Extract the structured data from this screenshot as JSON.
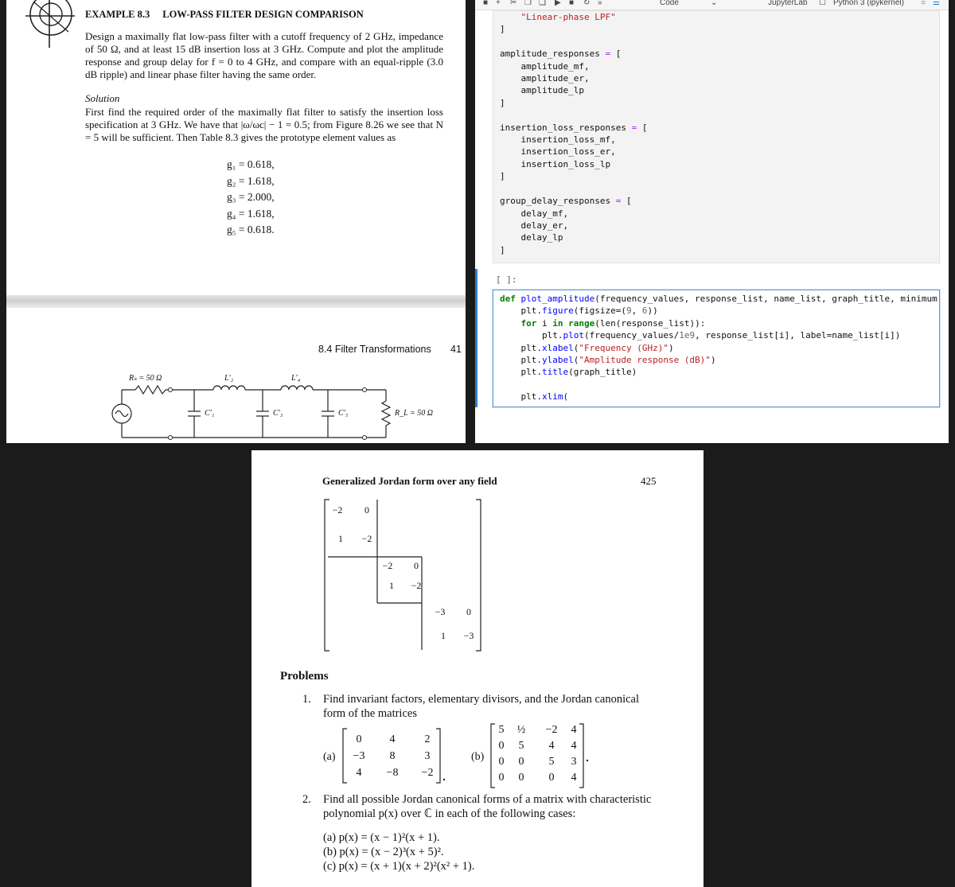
{
  "textbook": {
    "example_number": "EXAMPLE 8.3",
    "example_title": "LOW-PASS FILTER DESIGN COMPARISON",
    "problem_text": "Design a maximally flat low-pass filter with a cutoff frequency of 2 GHz, impedance of 50 Ω, and at least 15 dB insertion loss at 3 GHz. Compute and plot the amplitude response and group delay for f = 0 to 4 GHz, and compare with an equal-ripple (3.0 dB ripple) and linear phase filter having the same order.",
    "solution_heading": "Solution",
    "solution_text": "First find the required order of the maximally flat filter to satisfy the insertion loss specification at 3 GHz. We have that |ω/ωc| − 1 = 0.5; from Figure 8.26 we see that N = 5 will be sufficient. Then Table 8.3 gives the prototype element values as",
    "element_values": [
      "g₁ = 0.618,",
      "g₂ = 1.618,",
      "g₃ = 2.000,",
      "g₄ = 1.618,",
      "g₅ = 0.618."
    ],
    "next_page_header": "8.4  Filter Transformations",
    "next_page_number": "41",
    "circuit_labels": {
      "rs": "Rₛ = 50 Ω",
      "l2": "L′₂",
      "l4": "L′₄",
      "c1": "C′₁",
      "c3": "C′₃",
      "c5": "C′₅",
      "rl": "R_L = 50 Ω"
    }
  },
  "notebook": {
    "toolbar": {
      "cell_type": "Code",
      "app_name": "JupyterLab",
      "kernel": "Python 3 (ipykernel)"
    },
    "code_lines": [
      "    \"Linear-phase LPF\"",
      "]",
      "",
      "amplitude_responses = [",
      "    amplitude_mf,",
      "    amplitude_er,",
      "    amplitude_lp",
      "]",
      "",
      "insertion_loss_responses = [",
      "    insertion_loss_mf,",
      "    insertion_loss_er,",
      "    insertion_loss_lp",
      "]",
      "",
      "group_delay_responses = [",
      "    delay_mf,",
      "    delay_er,",
      "    delay_lp",
      "]"
    ],
    "prompt": "[ ]:",
    "active_cell": {
      "def_kw": "def",
      "func_name": "plot_amplitude",
      "signature": "(frequency_values, response_list, name_list, graph_title, minimum",
      "line2_pre": "    plt.",
      "line2_fn": "figure",
      "line2_a": "(figsize=(",
      "line2_n1": "9",
      "line2_b": ", ",
      "line2_n2": "6",
      "line2_c": "))",
      "line3_for": "for",
      "line3_i": " i ",
      "line3_in": "in",
      "line3_range": " range",
      "line3_rest": "(len(response_list)):",
      "line4_pre": "        plt.",
      "line4_fn": "plot",
      "line4_a": "(frequency_values/",
      "line4_n": "1e9",
      "line4_rest": ", response_list[i], label=name_list[i])",
      "line5_pre": "    plt.",
      "line5_fn": "xlabel",
      "line5_str": "\"Frequency (GHz)\"",
      "line6_pre": "    plt.",
      "line6_fn": "ylabel",
      "line6_str": "\"Amplitude response (dB)\"",
      "line7_pre": "    plt.",
      "line7_fn": "title",
      "line7_rest": "(graph_title)",
      "line8_pre": "    plt.",
      "line8_fn": "xlim",
      "line8_rest": "("
    }
  },
  "jordan": {
    "header": "Generalized Jordan form over any field",
    "page_number": "425",
    "jordan_blocks": [
      [
        [
          "−2",
          "0"
        ],
        [
          "1",
          "−2"
        ]
      ],
      [
        [
          "−2",
          "0"
        ],
        [
          "1",
          "−2"
        ]
      ],
      [
        [
          "−3",
          "0"
        ],
        [
          "1",
          "−3"
        ]
      ]
    ],
    "problems_heading": "Problems",
    "problem1_number": "1.",
    "problem1_text": "Find invariant factors, elementary divisors, and the Jordan canonical form of the matrices",
    "matrix_a_label": "(a)",
    "matrix_a": [
      [
        "0",
        "4",
        "2"
      ],
      [
        "−3",
        "8",
        "3"
      ],
      [
        "4",
        "−8",
        "−2"
      ]
    ],
    "matrix_b_label": "(b)",
    "matrix_b": [
      [
        "5",
        "½",
        "−2",
        "4"
      ],
      [
        "0",
        "5",
        "4",
        "4"
      ],
      [
        "0",
        "0",
        "5",
        "3"
      ],
      [
        "0",
        "0",
        "0",
        "4"
      ]
    ],
    "problem2_number": "2.",
    "problem2_text": "Find all possible Jordan canonical forms of a matrix with characteristic polynomial p(x) over ℂ in each of the following cases:",
    "polynomials": [
      "(a)  p(x) = (x − 1)²(x + 1).",
      "(b)  p(x) = (x − 2)³(x + 5)².",
      "(c)  p(x) = (x + 1)(x + 2)²(x² + 1)."
    ]
  }
}
